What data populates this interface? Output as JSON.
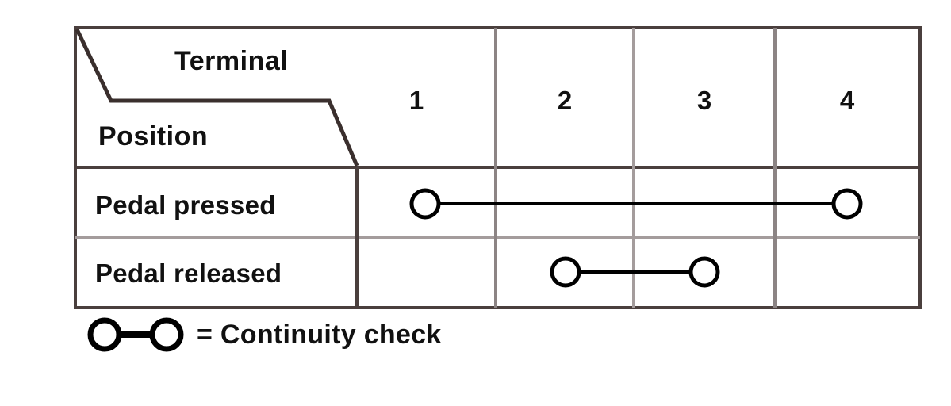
{
  "diagram": {
    "title_header": "Terminal",
    "row_header": "Position",
    "columns": [
      {
        "label": "1"
      },
      {
        "label": "2"
      },
      {
        "label": "3"
      },
      {
        "label": "4"
      }
    ],
    "rows": [
      {
        "label": "Pedal pressed",
        "connected_terminals": [
          "1",
          "4"
        ]
      },
      {
        "label": "Pedal released",
        "connected_terminals": [
          "2",
          "3"
        ]
      }
    ],
    "legend": {
      "symbol_name": "continuity-symbol",
      "text": "= Continuity check"
    },
    "colors": {
      "border_dark": "#4a3f3d",
      "border_light": "#a49c9c",
      "symbol": "#000000",
      "text": "#111111",
      "background": "#ffffff"
    }
  }
}
